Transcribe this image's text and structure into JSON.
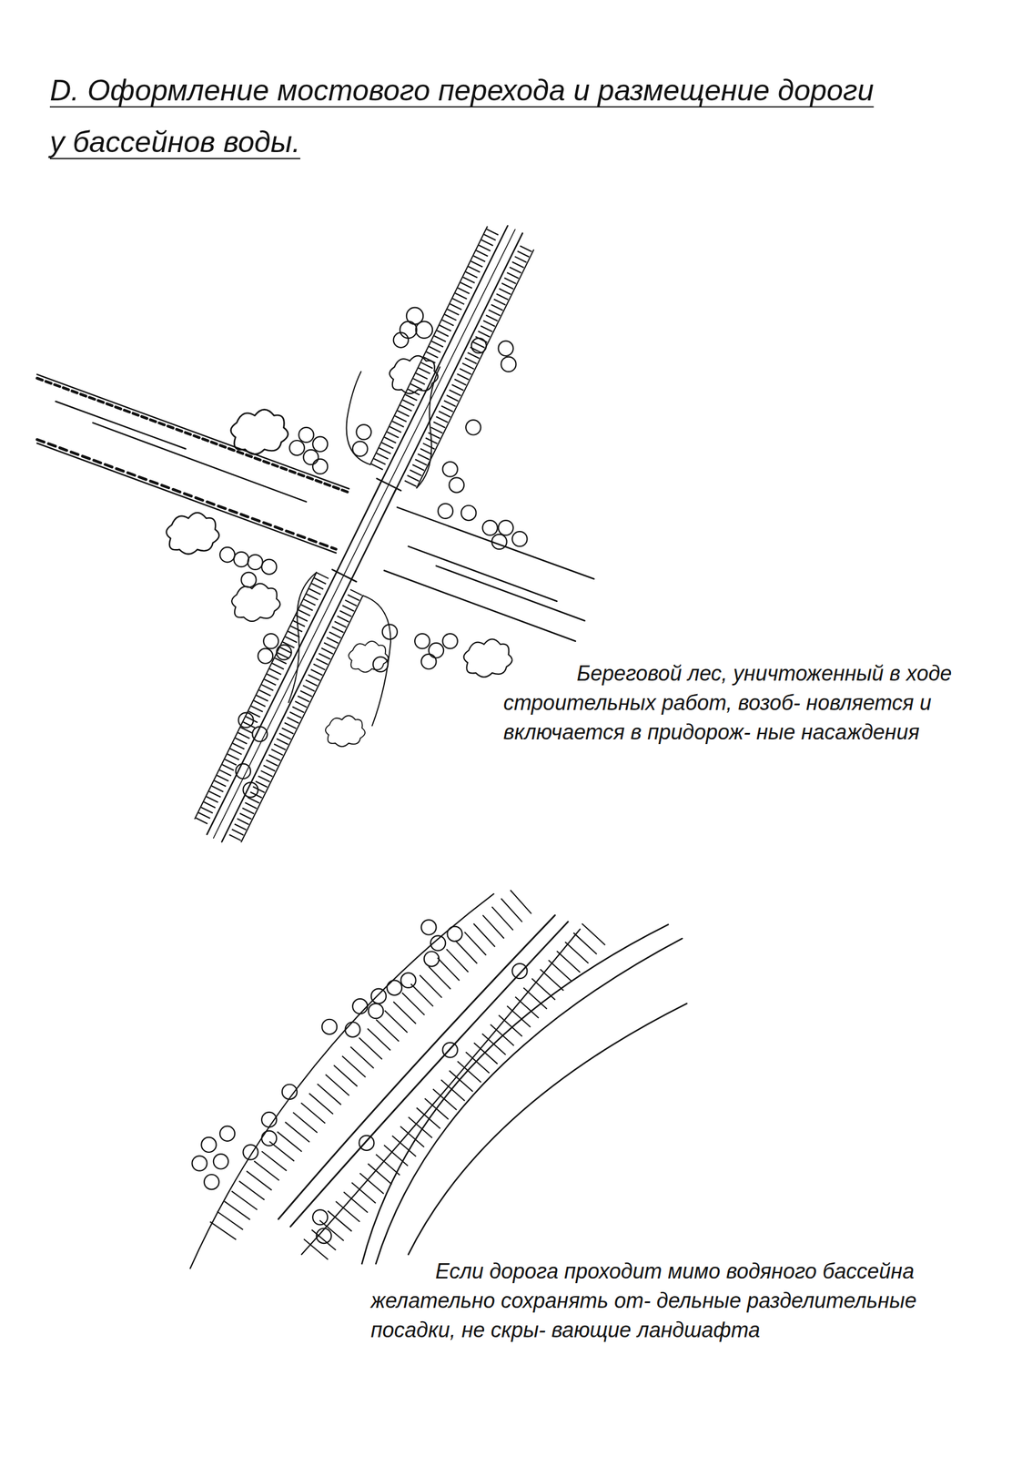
{
  "diagram": {
    "title": "D. Оформление мостового перехода и размещение дороги у бассейнов воды.",
    "labels": [
      "Береговой лес, уничтоженный в ходе строительных работ, возоб- новляется и включается в придорож- ные насаждения",
      "Если дорога проходит мимо водяного бассейна желательно сохранять от- дельные разделительные посадки, не скры- вающие ландшафта"
    ]
  }
}
